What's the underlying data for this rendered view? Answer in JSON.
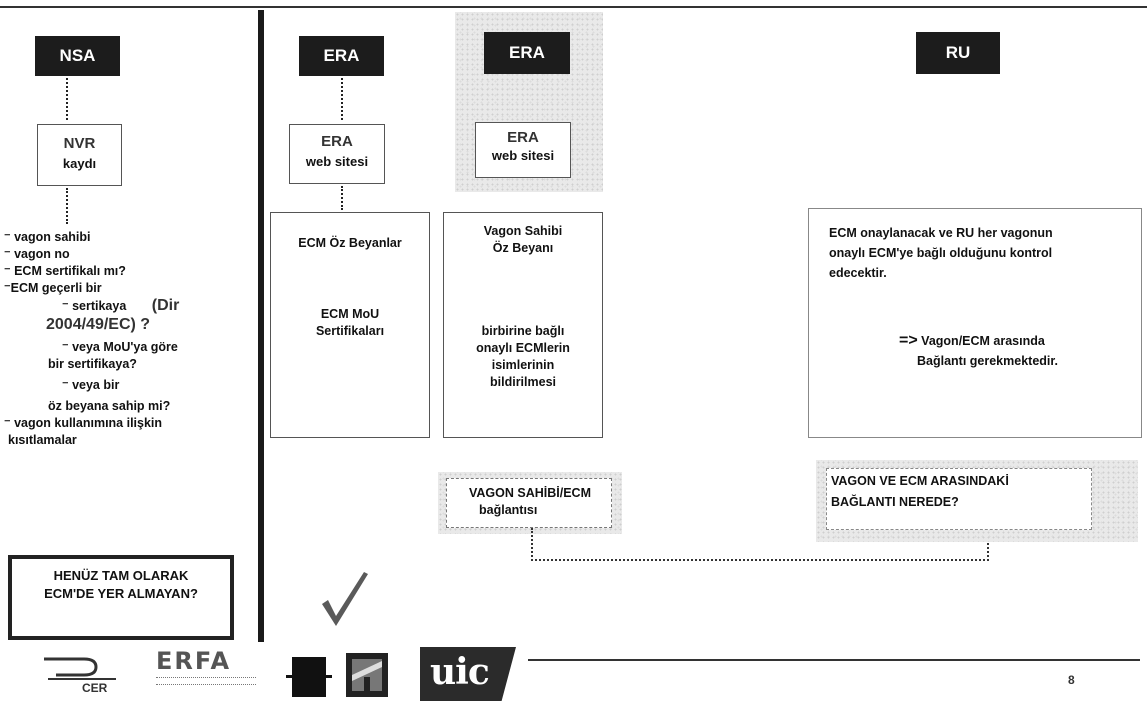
{
  "columns": {
    "nsa": {
      "header": "NSA",
      "register_title": "NVR",
      "register_sub": "kaydı",
      "items": [
        "vagon sahibi",
        "vagon no",
        "ECM sertifikalı mı?",
        "ECM geçerli bir",
        "sertikaya",
        "(Dir",
        "2004/49/EC) ?",
        "veya MoU'ya göre",
        "bir sertifikaya?",
        "veya bir",
        "öz beyana  sahip mi?",
        "vagon kullanımına ilişkin",
        "kısıtlamalar"
      ],
      "warning": "HENÜZ TAM OLARAK ECM'DE YER ALMAYAN?"
    },
    "era1": {
      "header": "ERA",
      "site_title": "ERA",
      "site_sub": "web sitesi",
      "line1": "ECM Öz Beyanlar",
      "line2": "ECM MoU",
      "line3": "Sertifikaları"
    },
    "era2": {
      "header": "ERA",
      "site_title": "ERA",
      "site_sub": "web sitesi",
      "line1": "Vagon Sahibi",
      "line2": "Öz Beyanı",
      "line3": "birbirine bağlı",
      "line4": "onaylı ECMlerin",
      "line5": "isimlerinin",
      "line6": "bildirilmesi",
      "link_line1": "VAGON SAHİBİ/ECM",
      "link_line2": "bağlantısı"
    },
    "ru": {
      "header": "RU",
      "text_line1": "ECM onaylanacak ve RU her vagonun",
      "text_line2": "onaylı ECM'ye bağlı olduğunu kontrol",
      "text_line3": "edecektir.",
      "arrow": "=>",
      "note_a": "Vagon",
      "note_b": "/ECM arasında",
      "note_c": "Bağlantı gerekmektedir.",
      "question_line1": "VAGON VE ECM ARASINDAKİ",
      "question_line2": "BAĞLANTI NEREDE?"
    }
  },
  "footer": {
    "logos": {
      "cer": "CER",
      "erfa": "ERFA",
      "uic": "uic"
    },
    "page_number": "8"
  },
  "icons": {
    "checkmark": "check-icon",
    "color": "#5a5a5a"
  }
}
